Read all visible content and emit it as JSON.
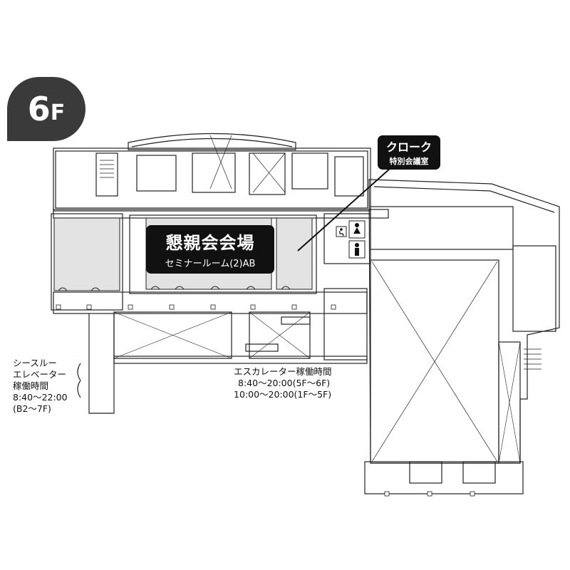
{
  "floor": {
    "number": "6",
    "unit": "F"
  },
  "rooms": {
    "main_hall": {
      "name": "懇親会会場",
      "sub": "セミナールーム(2)AB"
    },
    "cloak": {
      "name": "クローク",
      "sub": "特別会議室"
    }
  },
  "elevator_info": {
    "line1": "シースルー",
    "line2": "エレベーター",
    "line3": "稼働時間",
    "hours": "8:40～22:00",
    "floors": "(B2～7F)"
  },
  "escalator_info": {
    "title": "エスカレーター稼働時間",
    "line1": "8:40～20:00(5F～6F)",
    "line2": "10:00～20:00(1F～5F)"
  },
  "icons": [
    "accessible-toilet-icon",
    "womens-toilet-icon",
    "mens-toilet-icon",
    "elevator-icon",
    "stairs-icon"
  ],
  "colors": {
    "badge": "#3a3a3a",
    "highlight_room": "#e3e3e3",
    "label_box": "#111111",
    "wall": "#222222"
  }
}
